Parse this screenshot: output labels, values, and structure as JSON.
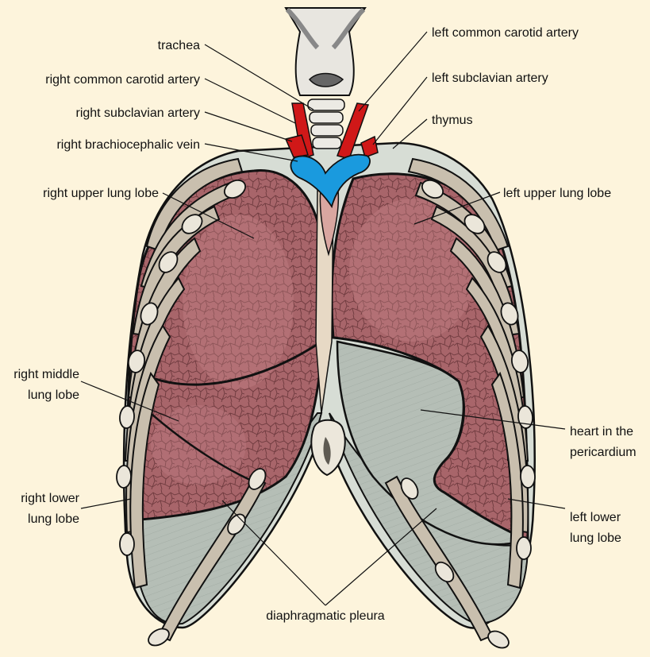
{
  "colors": {
    "background": "#fdf4dc",
    "lung": "#a8656a",
    "lung_highlight": "#c8868a",
    "pleura": "#b5beb6",
    "bone": "#c9bfae",
    "artery": "#d01818",
    "vein": "#1a9ade",
    "trachea": "#e8e6e0"
  },
  "labels": {
    "trachea": "trachea",
    "right_common_carotid_artery": "right common carotid artery",
    "right_subclavian_artery": "right subclavian artery",
    "right_brachiocephalic_vein": "right brachiocephalic vein",
    "right_upper_lung_lobe": "right upper lung lobe",
    "right_middle_lung_lobe_1": "right middle",
    "right_middle_lung_lobe_2": "lung lobe",
    "right_lower_lung_lobe_1": "right lower",
    "right_lower_lung_lobe_2": "lung lobe",
    "left_common_carotid_artery": "left common carotid artery",
    "left_subclavian_artery": "left subclavian artery",
    "thymus": "thymus",
    "left_upper_lung_lobe": "left upper lung lobe",
    "heart_in_pericardium_1": "heart in the",
    "heart_in_pericardium_2": "pericardium",
    "left_lower_lung_lobe_1": "left lower",
    "left_lower_lung_lobe_2": "lung lobe",
    "diaphragmatic_pleura": "diaphragmatic pleura"
  }
}
